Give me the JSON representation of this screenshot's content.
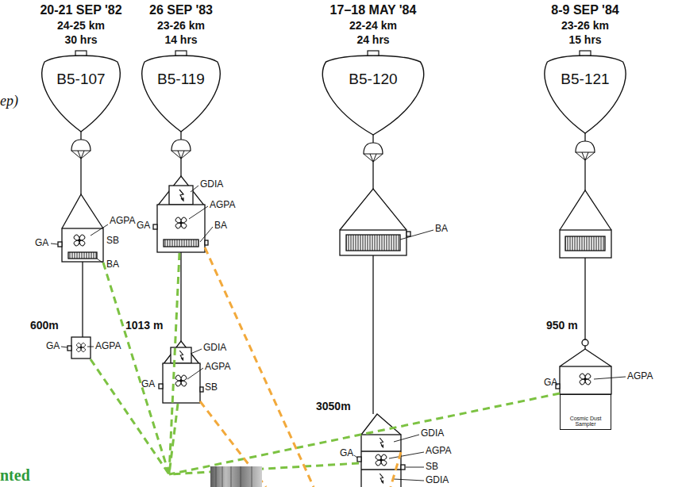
{
  "diagram": {
    "nodes": [
      {
        "text": [
          "20-21 SEP '82",
          "24-25 km",
          "30 hrs",
          "B5-107"
        ]
      },
      {
        "text": [
          "26 SEP '83",
          "23-26 km",
          "14 hrs",
          "B5-119"
        ]
      },
      {
        "text": [
          "17–18 MAY '84",
          "22-24 km",
          "24 hrs",
          "B5-120"
        ]
      },
      {
        "text": [
          "8-9 SEP '84",
          "23-26 km",
          "15 hrs",
          "B5-121"
        ]
      },
      {
        "text": [
          "Cosmic Dust Sampler"
        ]
      }
    ],
    "labels": [
      "ep)",
      "AGPA",
      "SB",
      "GA",
      "BA",
      "600m",
      "GA",
      "AGPA",
      "GDIA",
      "AGPA",
      "GA",
      "BA",
      "1013 m",
      "GDIA",
      "AGPA",
      "GA",
      "SB",
      "BA",
      "3050m",
      "GDIA",
      "AGPA",
      "SB",
      "GA",
      "GDIA",
      "950 m",
      "AGPA",
      "GA",
      "nted"
    ]
  }
}
